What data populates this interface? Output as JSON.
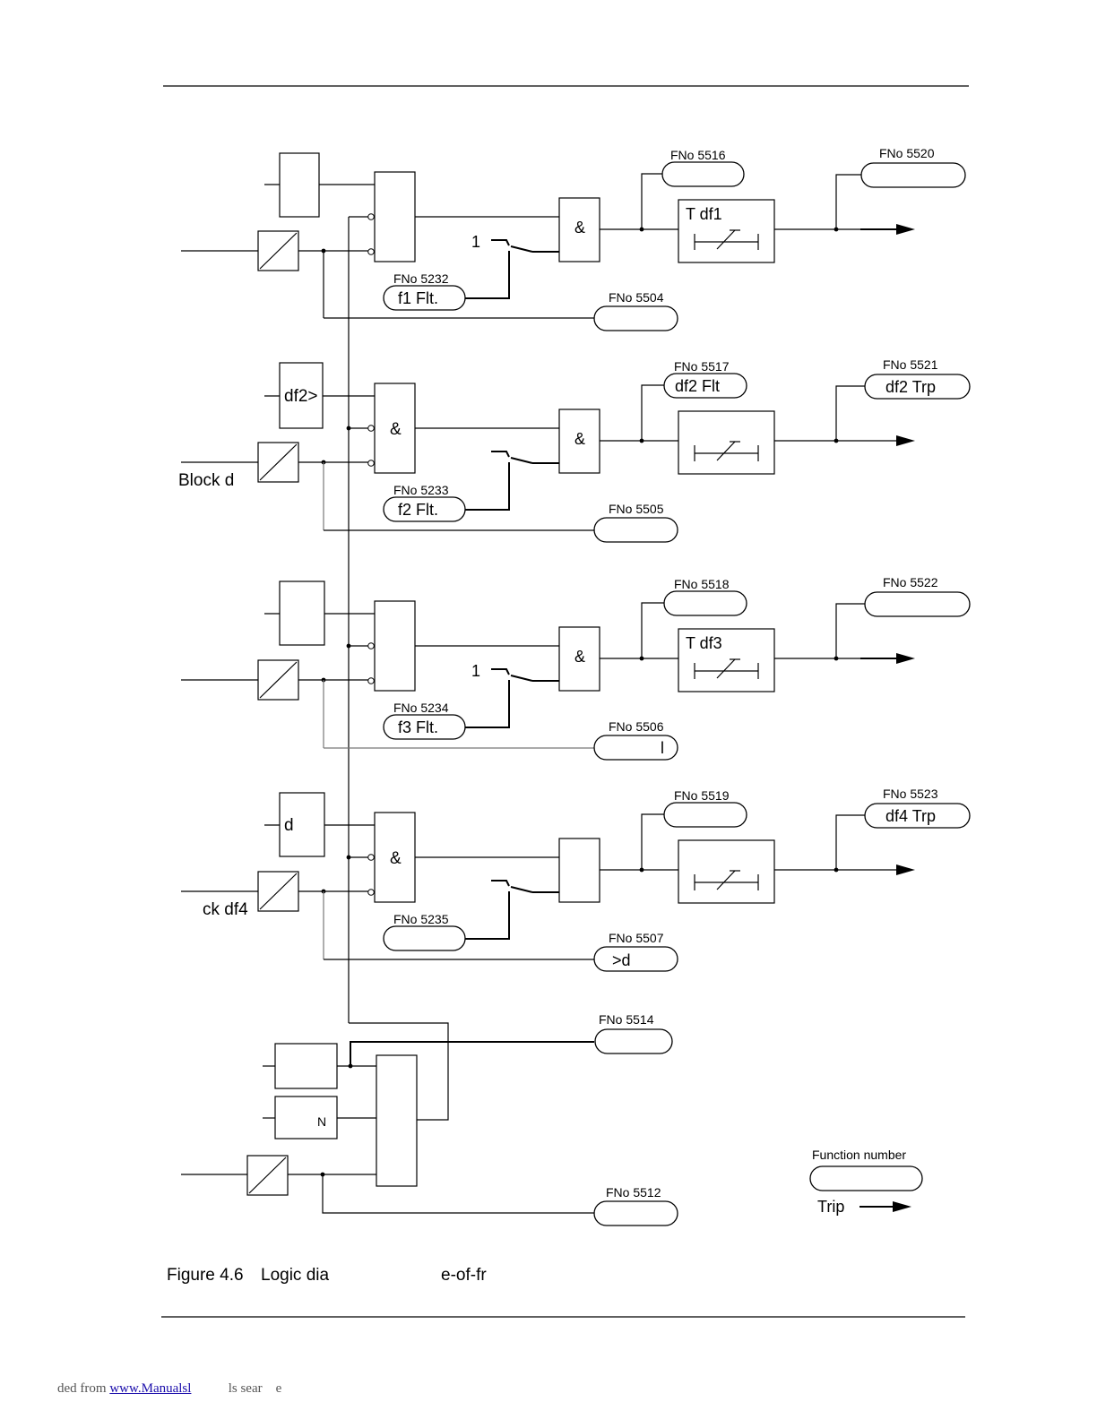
{
  "caption": {
    "figure": "Figure 4.6",
    "text1": "Logic dia",
    "text2": "e-of-fr"
  },
  "footer": {
    "prefix": "ded from ",
    "link": "www.Manualsl",
    "suffix1": "ls sear",
    "suffix2": "e"
  },
  "legend": {
    "function_number": "Function number",
    "trip": "Trip"
  },
  "stages": [
    {
      "fno_pickup": "FNo 5516",
      "pickup_text": "",
      "fno_trip": "FNo 5520",
      "trip_text": "",
      "timer": "T df1",
      "fno_fault": "FNo 5232",
      "fault_text": "f1 Flt.",
      "fno_block": "FNo 5504",
      "block_text": "",
      "switch_label": "1",
      "and1_label": "",
      "and2_label": "&",
      "set_label": "",
      "block_input": ""
    },
    {
      "fno_pickup": "FNo 5517",
      "pickup_text": "df2 Flt",
      "fno_trip": "FNo 5521",
      "trip_text": "df2 Trp",
      "timer": "",
      "fno_fault": "FNo 5233",
      "fault_text": "f2 Flt.",
      "fno_block": "FNo 5505",
      "block_text": "",
      "switch_label": "",
      "and1_label": "&",
      "and2_label": "&",
      "set_label": "df2>",
      "block_input": "Block d"
    },
    {
      "fno_pickup": "FNo 5518",
      "pickup_text": "",
      "fno_trip": "FNo 5522",
      "trip_text": "",
      "timer": "T df3",
      "fno_fault": "FNo 5234",
      "fault_text": "f3 Flt.",
      "fno_block": "FNo 5506",
      "block_text": "l",
      "switch_label": "1",
      "and1_label": "",
      "and2_label": "&",
      "set_label": "",
      "block_input": ""
    },
    {
      "fno_pickup": "FNo 5519",
      "pickup_text": "",
      "fno_trip": "FNo 5523",
      "trip_text": "df4 Trp",
      "timer": "",
      "fno_fault": "FNo 5235",
      "fault_text": "",
      "fno_block": "FNo 5507",
      "block_text": ">d",
      "switch_label": "",
      "and1_label": "&",
      "and2_label": "",
      "set_label": "d",
      "block_input": "ck df4"
    }
  ],
  "bottom": {
    "fno_a": "FNo 5514",
    "fno_b": "FNo 5512",
    "n_label": "N"
  }
}
